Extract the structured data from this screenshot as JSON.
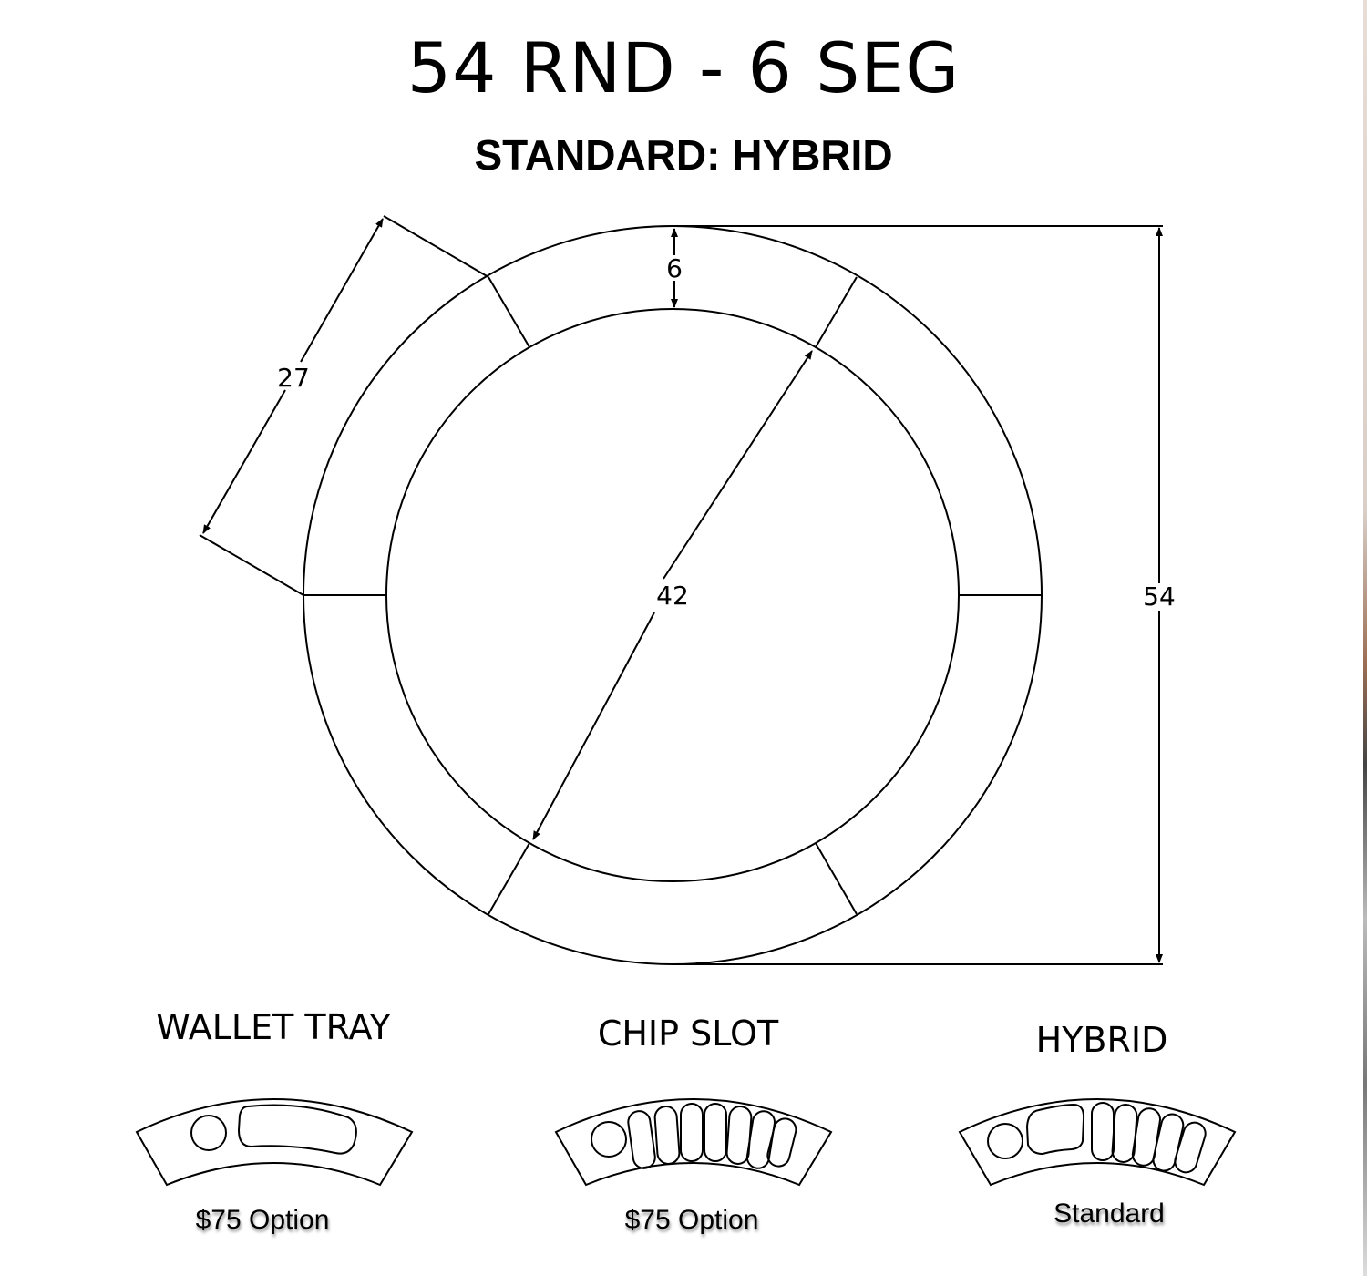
{
  "header": {
    "title": "54 RND - 6 SEG",
    "subtitle": "STANDARD: HYBRID"
  },
  "drawing": {
    "outer_diameter_label": "54",
    "inner_diameter_label": "42",
    "segment_length_label": "27",
    "rail_width_label": "6",
    "segments": 6,
    "line_color": "#000000"
  },
  "options": [
    {
      "title": "WALLET TRAY",
      "price": "$75 Option"
    },
    {
      "title": "CHIP SLOT",
      "price": "$75 Option"
    },
    {
      "title": "HYBRID",
      "price": "Standard"
    }
  ]
}
